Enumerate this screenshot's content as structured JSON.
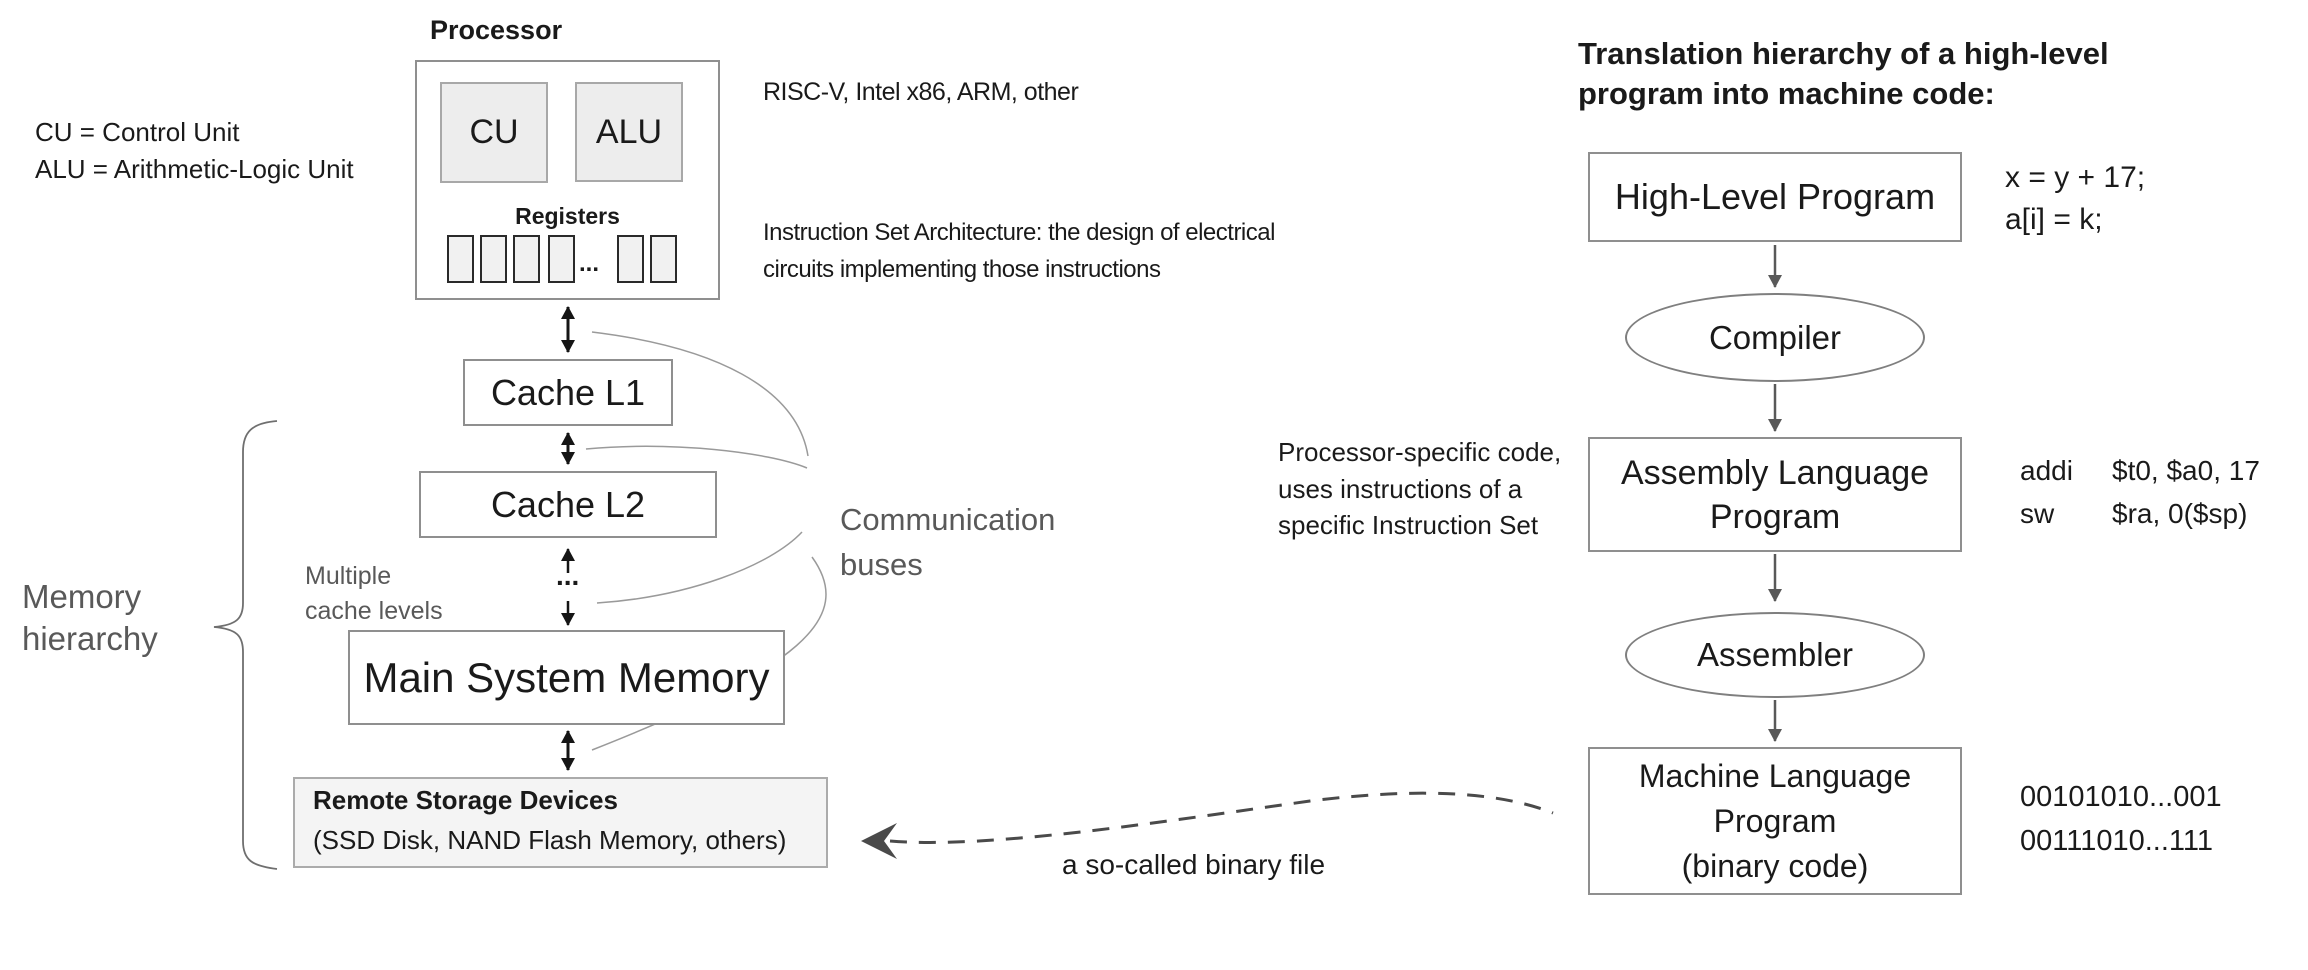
{
  "colors": {
    "text_black": "#1a1a1a",
    "muted_gray": "#595959",
    "border_gray": "#8f8f8f"
  },
  "left": {
    "legend_line1": "CU = Control Unit",
    "legend_line2": "ALU = Arithmetic-Logic Unit",
    "processor_title": "Processor",
    "cu_label": "CU",
    "alu_label": "ALU",
    "registers_label": "Registers",
    "registers_ellipsis": "...",
    "cpu_note": "RISC-V, Intel x86, ARM, other",
    "isa_note_line1": "Instruction Set Architecture: the design of electrical",
    "isa_note_line2": "circuits implementing those instructions",
    "cache_l1_label": "Cache L1",
    "cache_l2_label": "Cache L2",
    "cache_ellipsis": "...",
    "multiple_levels_line1": "Multiple",
    "multiple_levels_line2": "cache levels",
    "memory_hierarchy_line1": "Memory",
    "memory_hierarchy_line2": "hierarchy",
    "main_memory_label": "Main System Memory",
    "remote_storage_title": "Remote Storage Devices",
    "remote_storage_sub": "(SSD Disk, NAND Flash Memory, others)",
    "buses_line1": "Communication",
    "buses_line2": "buses",
    "binary_file_note": "a so-called binary file"
  },
  "right": {
    "title_line1": "Translation hierarchy of a high-level",
    "title_line2": "program into machine code:",
    "high_level_box": "High-Level Program",
    "compiler_label": "Compiler",
    "assembly_box_line1": "Assembly Language",
    "assembly_box_line2": "Program",
    "assembler_label": "Assembler",
    "machine_box_line1": "Machine Language",
    "machine_box_line2": "Program",
    "machine_box_line3": "(binary code)",
    "hll_code_line1": "x = y + 17;",
    "hll_code_line2": "a[i] = k;",
    "asm_op1": "addi",
    "asm_args1": "$t0, $a0, 17",
    "asm_op2": "sw",
    "asm_args2": "$ra, 0($sp)",
    "bin_line1": "00101010...001",
    "bin_line2": "00111010...111",
    "proc_specific_line1": "Processor-specific code,",
    "proc_specific_line2": "uses instructions of a",
    "proc_specific_line3": "specific Instruction Set"
  }
}
